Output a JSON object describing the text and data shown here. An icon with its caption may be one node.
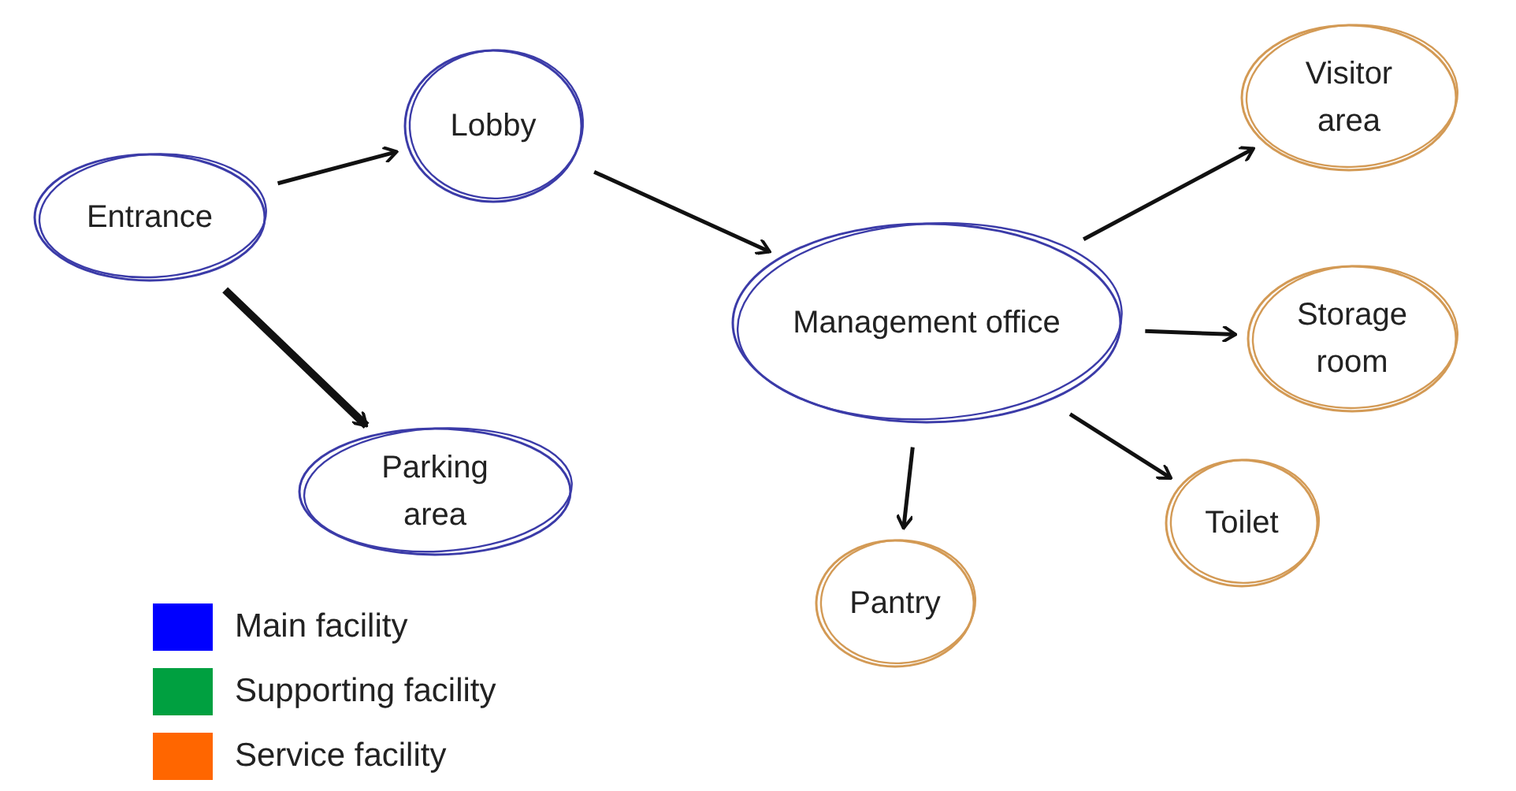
{
  "diagram": {
    "nodes": [
      {
        "text": [
          "Entrance"
        ]
      },
      {
        "text": [
          "Lobby"
        ]
      },
      {
        "text": [
          "Parking area"
        ]
      },
      {
        "text": [
          "Management office"
        ]
      },
      {
        "text": [
          "Visitor area"
        ]
      },
      {
        "text": [
          "Storage room"
        ]
      },
      {
        "text": [
          "Toilet"
        ]
      },
      {
        "text": [
          "Pantry"
        ]
      }
    ],
    "edges": [
      {
        "from": 0,
        "to": 1,
        "arrow": "to"
      },
      {
        "from": 0,
        "to": 2,
        "arrow": "to",
        "style": "thick"
      },
      {
        "from": 1,
        "to": 3,
        "arrow": "to"
      },
      {
        "from": 3,
        "to": 4,
        "arrow": "to"
      },
      {
        "from": 3,
        "to": 5,
        "arrow": "to"
      },
      {
        "from": 3,
        "to": 6,
        "arrow": "to"
      },
      {
        "from": 3,
        "to": 7,
        "arrow": "to"
      }
    ],
    "legend": [
      {
        "text": "Main facility",
        "color": "#0000ff"
      },
      {
        "text": "Supporting facility",
        "color": "#00a040"
      },
      {
        "text": "Service facility",
        "color": "#ff6600"
      }
    ]
  }
}
